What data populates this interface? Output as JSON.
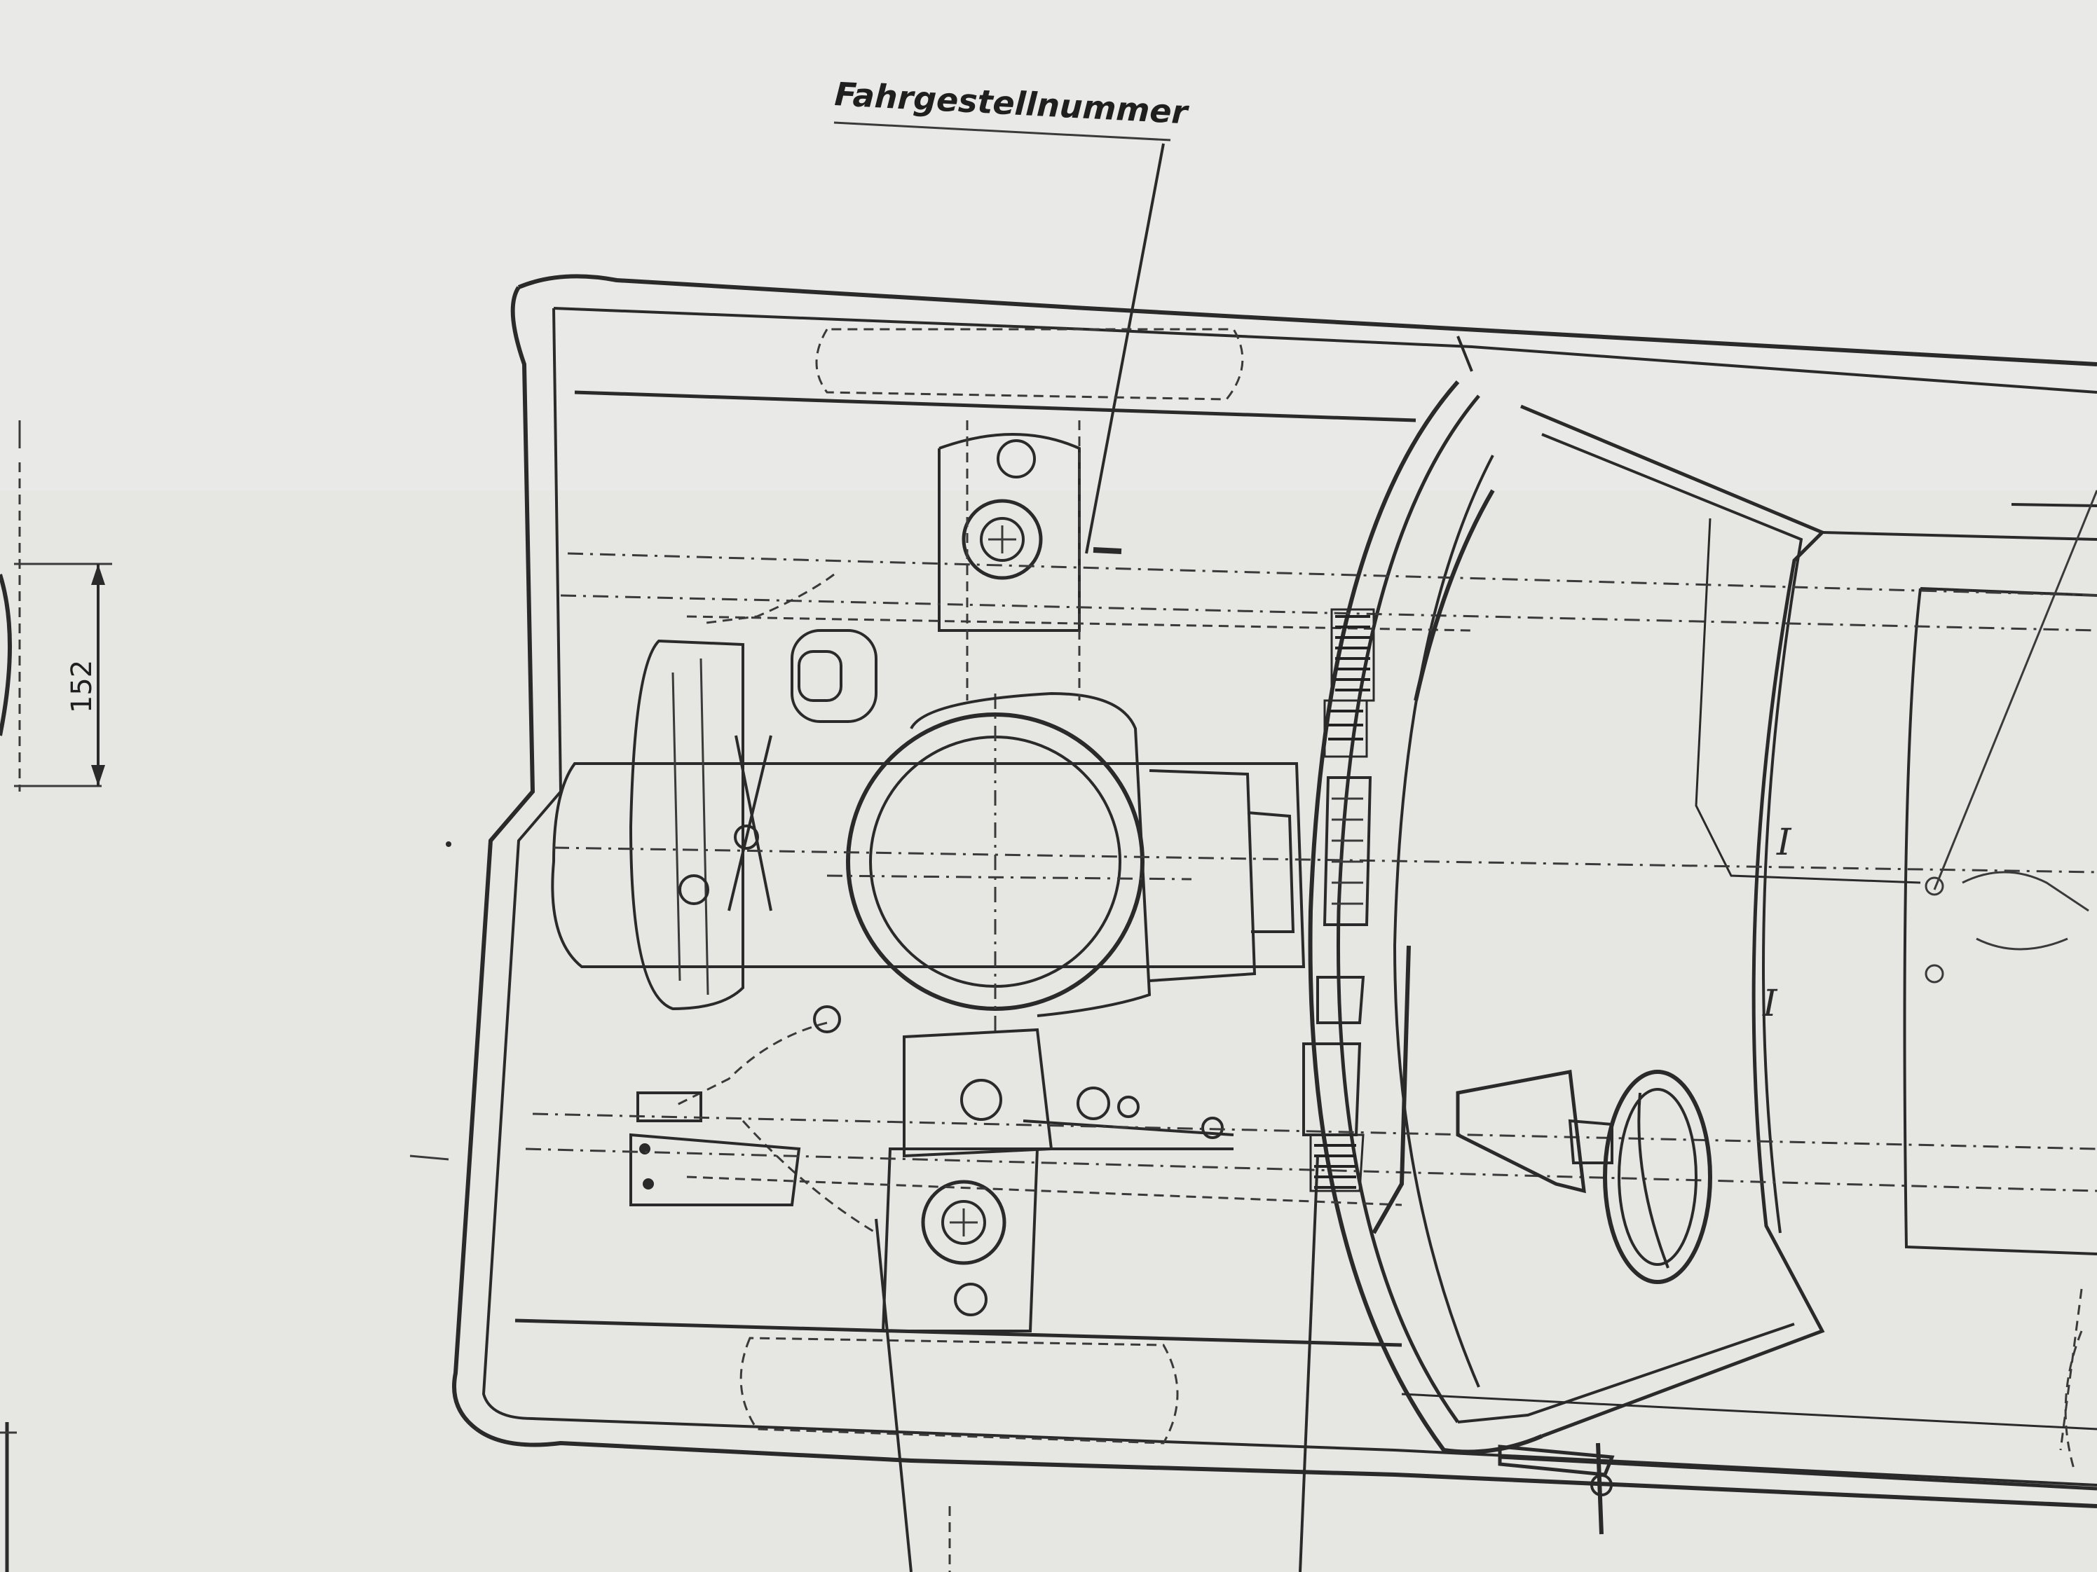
{
  "labels": {
    "chassis_number": "Fahrgestellnummer",
    "dimension_152": "152",
    "seat_marker_upper": "I",
    "seat_marker_lower": "I"
  },
  "colors": {
    "paper": "#e6e6e3",
    "ink": "#2a2a2a"
  }
}
